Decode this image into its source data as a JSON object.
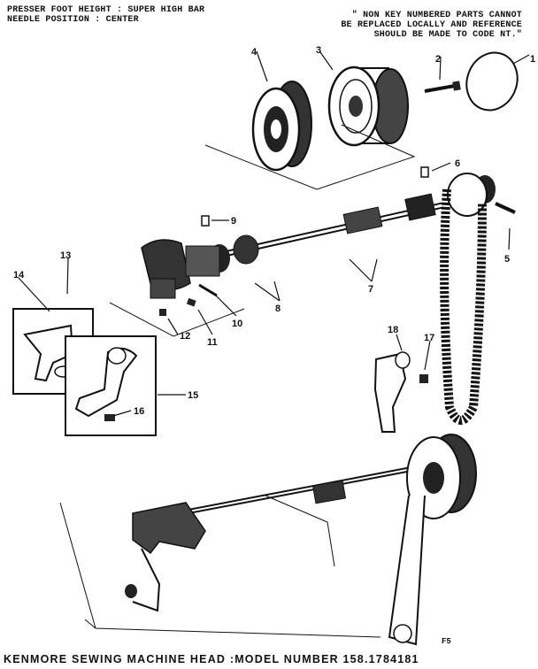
{
  "notes": {
    "top_left": [
      "PRESSER FOOT HEIGHT : SUPER HIGH BAR",
      "NEEDLE POSITION : CENTER"
    ],
    "top_right": [
      "\" NON KEY NUMBERED PARTS CANNOT",
      "BE REPLACED LOCALLY AND REFERENCE",
      "SHOULD BE MADE TO CODE NT.\""
    ]
  },
  "callouts": {
    "c1": "1",
    "c2": "2",
    "c3": "3",
    "c4": "4",
    "c5": "5",
    "c6": "6",
    "c7": "7",
    "c8": "8",
    "c9": "9",
    "c10": "10",
    "c11": "11",
    "c12": "12",
    "c13": "13",
    "c14": "14",
    "c15": "15",
    "c16": "16",
    "c17": "17",
    "c18": "18"
  },
  "page_code": "F5",
  "footer": "KENMORE SEWING MACHINE HEAD :MODEL NUMBER 158.1784181"
}
